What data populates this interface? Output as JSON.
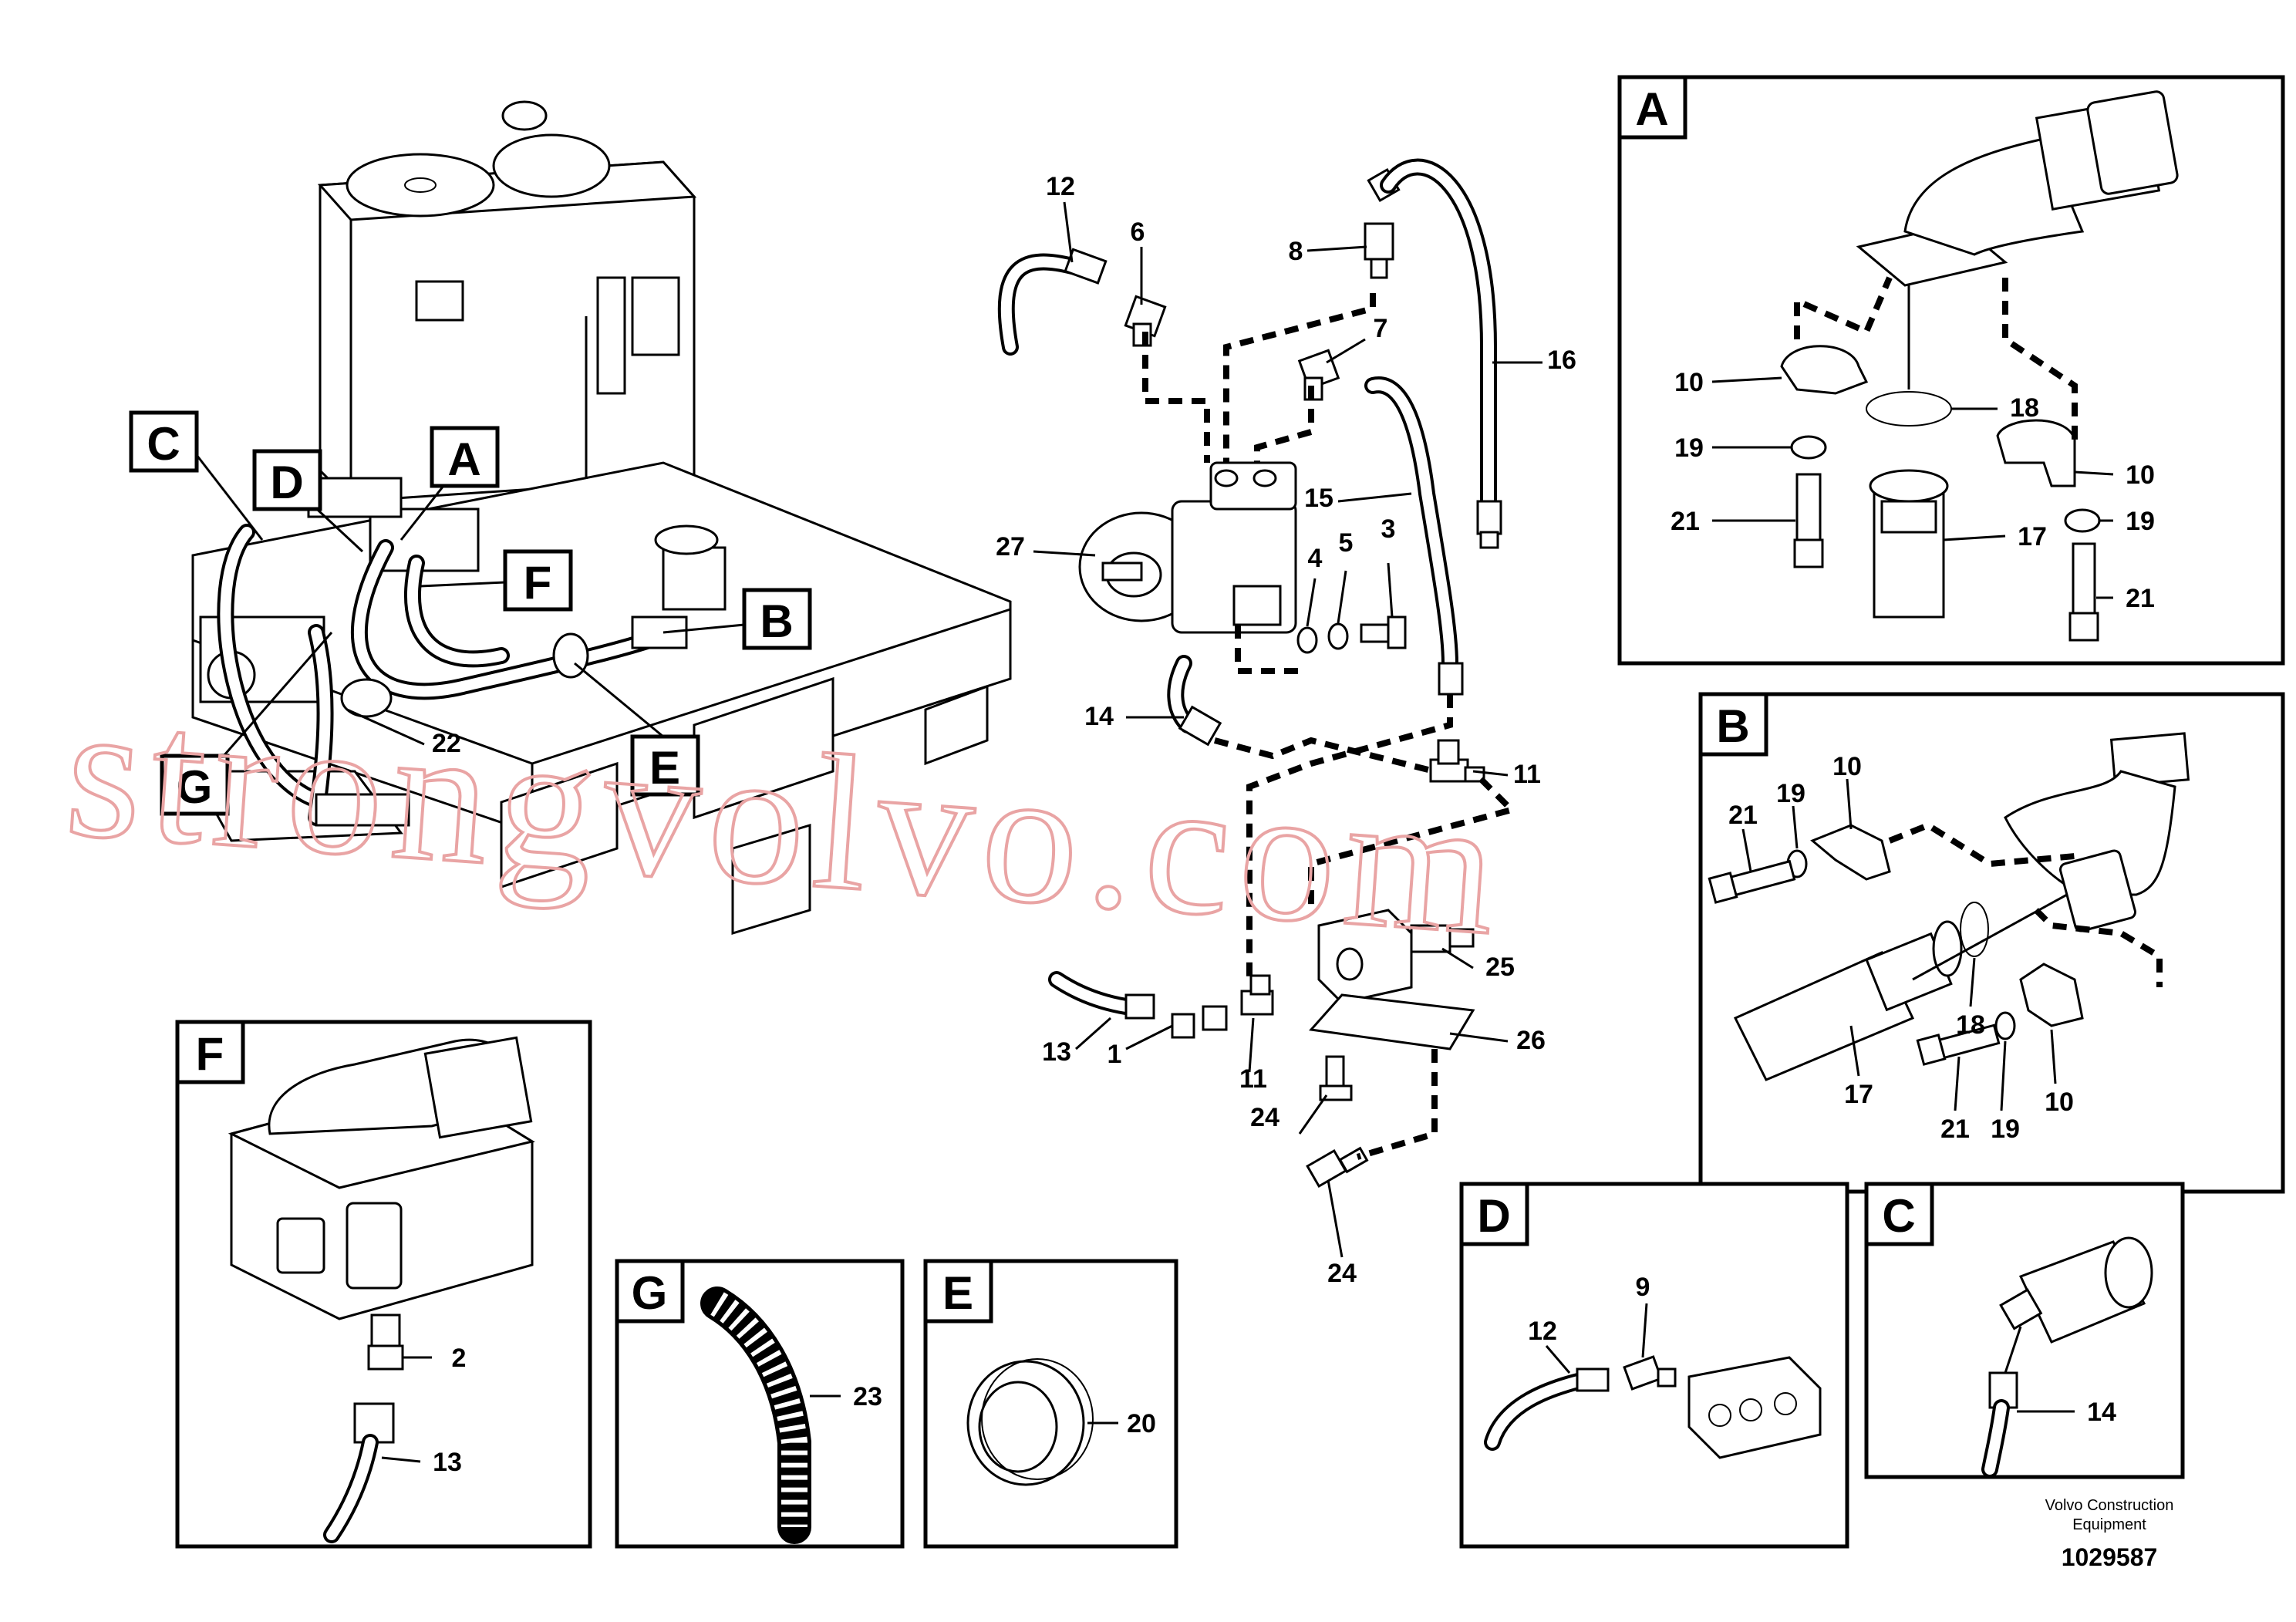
{
  "callouts": {
    "c12": "12",
    "c6": "6",
    "c8": "8",
    "c7": "7",
    "c16": "16",
    "c15": "15",
    "c27": "27",
    "c4": "4",
    "c5": "5",
    "c3": "3",
    "c14": "14",
    "c11a": "11",
    "c25": "25",
    "c26": "26",
    "c13": "13",
    "c1": "1",
    "c11b": "11",
    "c24a": "24",
    "c24b": "24",
    "c22": "22"
  },
  "main_letters": {
    "A": "A",
    "B": "B",
    "C": "C",
    "D": "D",
    "E": "E",
    "F": "F",
    "G": "G"
  },
  "detail_A": {
    "letter": "A",
    "l10a": "10",
    "l18": "18",
    "l19a": "19",
    "l10b": "10",
    "l21a": "21",
    "l17": "17",
    "l19b": "19",
    "l21b": "21"
  },
  "detail_B": {
    "letter": "B",
    "l21a": "21",
    "l19a": "19",
    "l10a": "10",
    "l18": "18",
    "l17": "17",
    "l21b": "21",
    "l19b": "19",
    "l10b": "10"
  },
  "detail_F": {
    "letter": "F",
    "l2": "2",
    "l13": "13"
  },
  "detail_G": {
    "letter": "G",
    "l23": "23"
  },
  "detail_E": {
    "letter": "E",
    "l20": "20"
  },
  "detail_D": {
    "letter": "D",
    "l12": "12",
    "l9": "9"
  },
  "detail_C": {
    "letter": "C",
    "l14": "14"
  },
  "credit": {
    "line1": "Volvo Construction",
    "line2": "Equipment",
    "docnum": "1029587"
  },
  "watermark": "strongvolvo.com"
}
